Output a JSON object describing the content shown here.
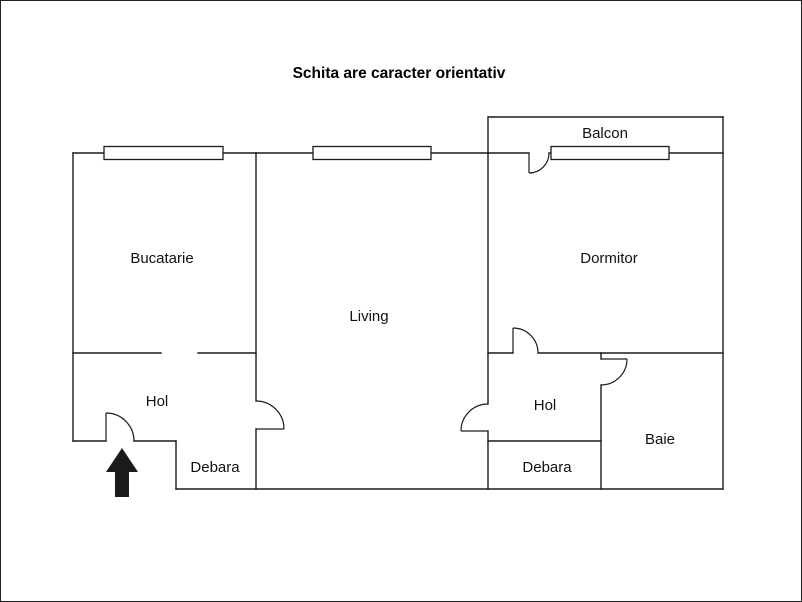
{
  "title": "Schita are caracter orientativ",
  "labels": {
    "balcon": "Balcon",
    "bucatarie": "Bucatarie",
    "living": "Living",
    "dormitor": "Dormitor",
    "hol_stanga": "Hol",
    "debara_stanga": "Debara",
    "hol_dreapta": "Hol",
    "debara_dreapta": "Debara",
    "baie": "Baie"
  },
  "icons": {
    "entrance_arrow": "up-arrow"
  },
  "colors": {
    "line": "#1c1c1c",
    "text": "#111111",
    "arrow": "#1a1a1a",
    "background": "#ffffff",
    "border": "#222222"
  }
}
